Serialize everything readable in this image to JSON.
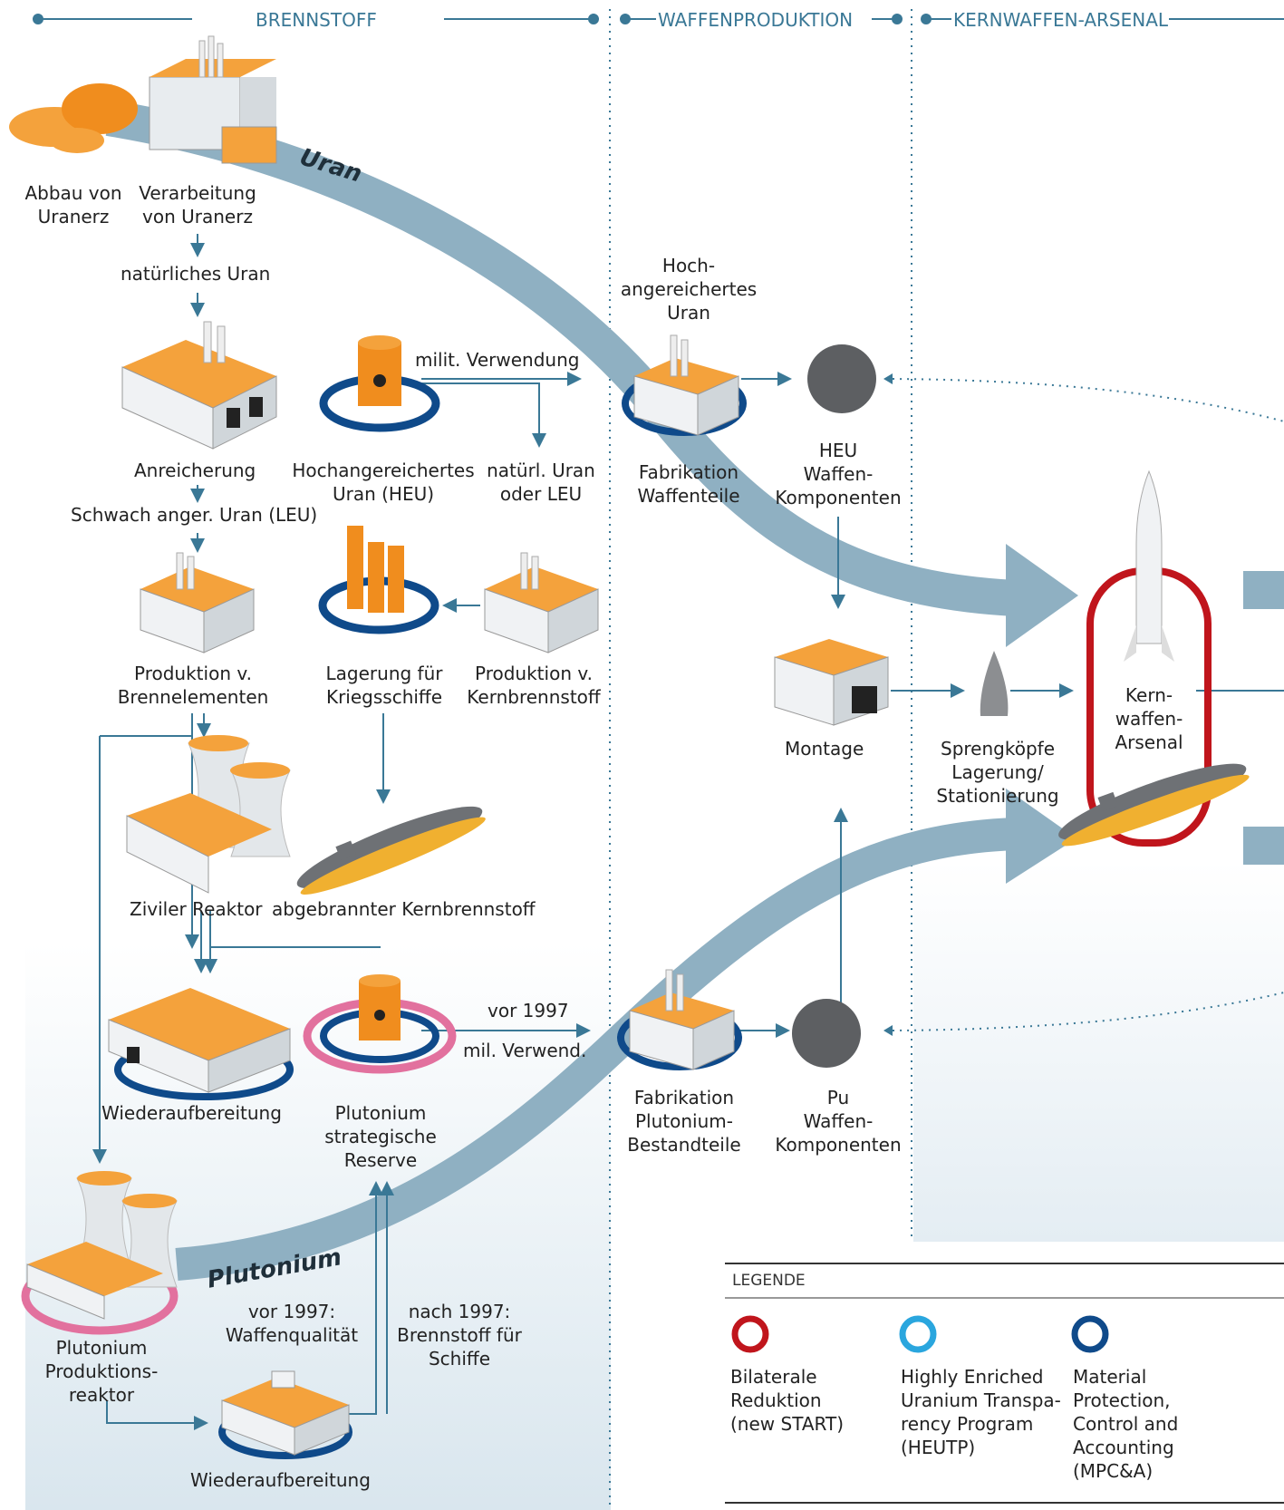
{
  "sections": {
    "fuel": "BRENNSTOFF",
    "weapons_production": "WAFFENPRODUKTION",
    "arsenal": "KERNWAFFEN-ARSENAL"
  },
  "flows": {
    "uranium": "Uran",
    "plutonium": "Plutonium"
  },
  "labels": {
    "mining": [
      "Abbau von",
      "Uranerz"
    ],
    "processing": [
      "Verarbeitung",
      "von Uranerz"
    ],
    "natural_uranium": "natürliches Uran",
    "enrichment": "Anreicherung",
    "heu": [
      "Hochangereichertes",
      "Uran (HEU)"
    ],
    "milit_use": "milit. Verwendung",
    "natural_or_leu": [
      "natürl. Uran",
      "oder LEU"
    ],
    "leu": "Schwach anger. Uran (LEU)",
    "fuel_element_production": [
      "Produktion v.",
      "Brennelementen"
    ],
    "naval_storage": [
      "Lagerung für",
      "Kriegsschiffe"
    ],
    "nuclear_fuel_production": [
      "Produktion v.",
      "Kernbrennstoff"
    ],
    "civil_reactor": "Ziviler Reaktor",
    "spent_fuel": "abgebrannter Kernbrennstoff",
    "reprocessing": "Wiederaufbereitung",
    "pu_reserve": [
      "Plutonium",
      "strategische",
      "Reserve"
    ],
    "before_1997": "vor 1997",
    "mil_use": "mil. Verwend.",
    "pu_fabrication": [
      "Fabrikation",
      "Plutonium-",
      "Bestandteile"
    ],
    "pu_components": [
      "Pu",
      "Waffen-",
      "Komponenten"
    ],
    "heu_top": [
      "Hoch-",
      "angereichertes",
      "Uran"
    ],
    "heu_fabrication": [
      "Fabrikation",
      "Waffenteile"
    ],
    "heu_components": [
      "HEU",
      "Waffen-",
      "Komponenten"
    ],
    "assembly": "Montage",
    "warheads": [
      "Sprengköpfe",
      "Lagerung/",
      "Stationierung"
    ],
    "arsenal": [
      "Kern-",
      "waffen-",
      "Arsenal"
    ],
    "pu_reactor": [
      "Plutonium",
      "Produktions-",
      "reaktor"
    ],
    "before_1997_quality": [
      "vor 1997:",
      "Waffenqualität"
    ],
    "after_1997": [
      "nach 1997:",
      "Brennstoff für",
      "Schiffe"
    ],
    "reprocessing_2": "Wiederaufbereitung"
  },
  "legend": {
    "title": "LEGENDE",
    "items": [
      {
        "color": "#c0151c",
        "lines": [
          "Bilaterale",
          "Reduktion",
          "(new START)"
        ]
      },
      {
        "color": "#2aa6de",
        "lines": [
          "Highly Enriched",
          "Uranium Transpa-",
          "rency Program",
          "(HEUTP)"
        ]
      },
      {
        "color": "#0f4a8a",
        "lines": [
          "Material",
          "Protection,",
          "Control and",
          "Accounting",
          "(MPC&A)"
        ]
      }
    ]
  },
  "colors": {
    "arrow": "#8fb0c2",
    "factory_roof": "#f4a23c",
    "mpca_ring": "#0f4a8a",
    "pink_ring": "#e2719e",
    "red_ring": "#c0151c"
  }
}
